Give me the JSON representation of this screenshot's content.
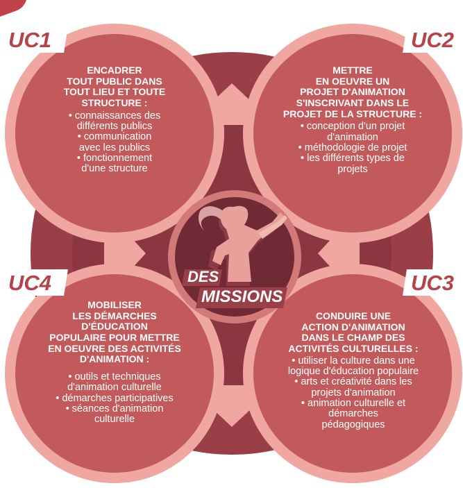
{
  "colors": {
    "circle_fill": "#c25a5b",
    "circle_ring": "#f0a7a1",
    "background_ring": "#9a3e47",
    "center_fill": "#6f2a35",
    "accent": "#b4434a",
    "text": "#ffffff"
  },
  "center": {
    "line1": "DES",
    "line2": "MISSIONS",
    "figure_icon": "woman-pointing-icon"
  },
  "units": [
    {
      "label": "UC1",
      "heading": [
        "ENCADRER",
        "TOUT PUBLIC DANS",
        "TOUT LIEU ET TOUTE",
        "STRUCTURE :"
      ],
      "items": [
        "• connaissances des",
        "différents publics",
        "• communication",
        "avec les publics",
        "• fonctionnement",
        "d'une structure"
      ]
    },
    {
      "label": "UC2",
      "heading": [
        "METTRE",
        "EN OEUVRE UN",
        "PROJET D'ANIMATION",
        "S'INSCRIVANT DANS LE",
        "PROJET DE LA STRUCTURE :"
      ],
      "items": [
        "• conception d'un projet",
        "d'animation",
        "• méthodologie de projet",
        "• les différents types de",
        "projets"
      ]
    },
    {
      "label": "UC3",
      "heading": [
        "CONDUIRE UNE",
        "ACTION D'ANIMATION",
        "DANS LE CHAMP DES",
        "ACTIVITÉS CULTURELLES :"
      ],
      "items": [
        "• utiliser la culture dans une",
        "logique d'éducation populaire",
        "• arts et créativité dans les",
        "projets d'animation",
        "• animation culturelle et",
        "démarches",
        "pédagogiques"
      ]
    },
    {
      "label": "UC4",
      "heading": [
        "MOBILISER",
        "LES DÉMARCHES",
        "D'ÉDUCATION",
        "POPULAIRE POUR METTRE",
        "EN OEUVRE DES ACTIVITÉS",
        "D'ANIMATION :"
      ],
      "items": [
        "• outils et techniques",
        "d'animation culturelle",
        "• démarches participatives",
        "• séances d'animation",
        "culturelle"
      ]
    }
  ]
}
